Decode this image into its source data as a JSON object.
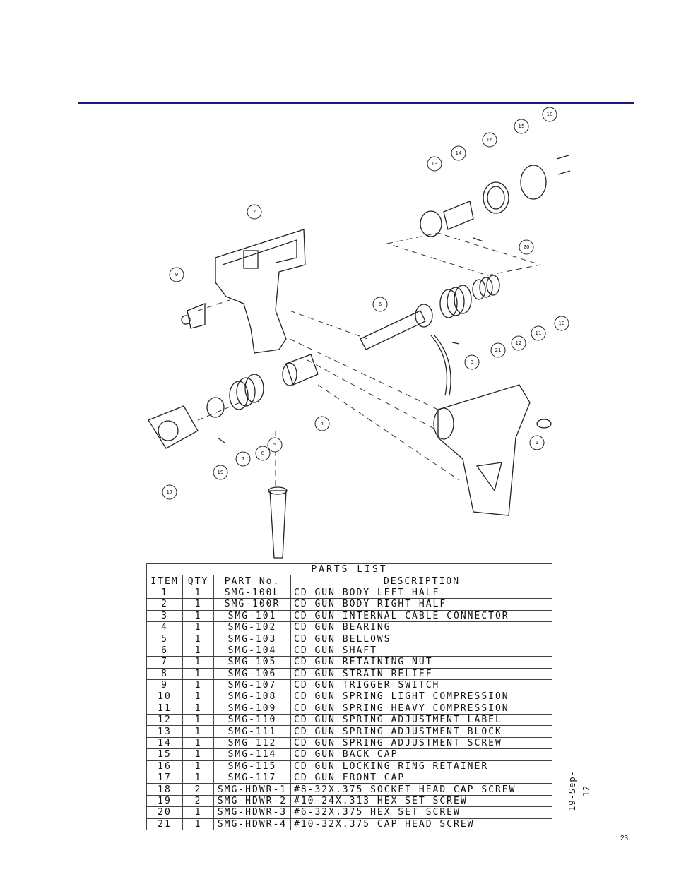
{
  "parts_list": {
    "title": "PARTS LIST",
    "headers": [
      "ITEM",
      "QTY",
      "PART No.",
      "DESCRIPTION"
    ],
    "rows": [
      [
        "1",
        "1",
        "SMG-100L",
        "CD GUN BODY LEFT HALF"
      ],
      [
        "2",
        "1",
        "SMG-100R",
        "CD GUN BODY RIGHT HALF"
      ],
      [
        "3",
        "1",
        "SMG-101",
        "CD GUN INTERNAL CABLE CONNECTOR"
      ],
      [
        "4",
        "1",
        "SMG-102",
        "CD GUN BEARING"
      ],
      [
        "5",
        "1",
        "SMG-103",
        "CD GUN BELLOWS"
      ],
      [
        "6",
        "1",
        "SMG-104",
        "CD GUN SHAFT"
      ],
      [
        "7",
        "1",
        "SMG-105",
        "CD GUN RETAINING NUT"
      ],
      [
        "8",
        "1",
        "SMG-106",
        "CD GUN STRAIN RELIEF"
      ],
      [
        "9",
        "1",
        "SMG-107",
        "CD GUN TRIGGER SWITCH"
      ],
      [
        "10",
        "1",
        "SMG-108",
        "CD GUN SPRING LIGHT COMPRESSION"
      ],
      [
        "11",
        "1",
        "SMG-109",
        "CD GUN SPRING HEAVY COMPRESSION"
      ],
      [
        "12",
        "1",
        "SMG-110",
        "CD GUN SPRING ADJUSTMENT LABEL"
      ],
      [
        "13",
        "1",
        "SMG-111",
        "CD GUN SPRING ADJUSTMENT BLOCK"
      ],
      [
        "14",
        "1",
        "SMG-112",
        "CD GUN SPRING ADJUSTMENT SCREW"
      ],
      [
        "15",
        "1",
        "SMG-114",
        "CD GUN BACK CAP"
      ],
      [
        "16",
        "1",
        "SMG-115",
        "CD GUN LOCKING RING RETAINER"
      ],
      [
        "17",
        "1",
        "SMG-117",
        "CD GUN FRONT CAP"
      ],
      [
        "18",
        "2",
        "SMG-HDWR-1",
        "#8-32X.375 SOCKET HEAD CAP SCREW"
      ],
      [
        "19",
        "2",
        "SMG-HDWR-2",
        "#10-24X.313 HEX SET SCREW"
      ],
      [
        "20",
        "1",
        "SMG-HDWR-3",
        "#6-32X.375 HEX SET SCREW"
      ],
      [
        "21",
        "1",
        "SMG-HDWR-4",
        "#10-32X.375 CAP HEAD SCREW"
      ]
    ]
  },
  "diagram": {
    "callouts": [
      "1",
      "2",
      "3",
      "4",
      "5",
      "6",
      "7",
      "8",
      "9",
      "10",
      "11",
      "12",
      "13",
      "14",
      "15",
      "16",
      "17",
      "18",
      "19",
      "20",
      "21"
    ]
  },
  "date_stamp": "19-Sep-12",
  "page_number": "23",
  "colors": {
    "rule": "#1a1a7a",
    "ink": "#111111"
  }
}
